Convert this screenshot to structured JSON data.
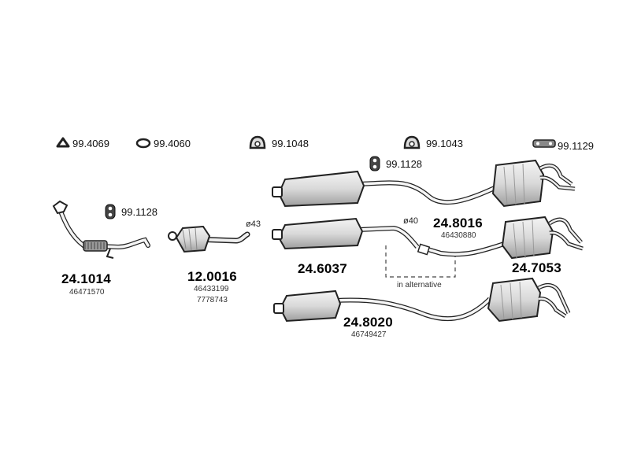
{
  "accessories": [
    {
      "icon": "o-ring-icon",
      "code": "99.4069"
    },
    {
      "icon": "o-ring-icon",
      "code": "99.4060"
    },
    {
      "icon": "rubber-hanger-icon",
      "code": "99.1048"
    },
    {
      "icon": "rubber-hanger-icon",
      "code": "99.1043"
    },
    {
      "icon": "mounting-strap-icon",
      "code": "99.1129"
    },
    {
      "icon": "rubber-ring-icon",
      "code": "99.1128"
    },
    {
      "icon": "rubber-ring-icon",
      "code": "99.1128"
    }
  ],
  "parts": [
    {
      "number": "24.1014",
      "refs": [
        "46471570"
      ]
    },
    {
      "number": "12.0016",
      "refs": [
        "46433199",
        "7778743"
      ]
    },
    {
      "number": "24.6037",
      "refs": []
    },
    {
      "number": "24.8016",
      "refs": [
        "46430880"
      ]
    },
    {
      "number": "24.7053",
      "refs": []
    },
    {
      "number": "24.8020",
      "refs": [
        "46749427"
      ]
    }
  ],
  "annotations": {
    "diameter_43": "ø43",
    "diameter_40": "ø40",
    "alternative_note": "in alternative"
  },
  "colors": {
    "line": "#222222",
    "fill_light": "#e6e6e6",
    "fill_mid": "#bdbdbd",
    "background": "#ffffff"
  }
}
